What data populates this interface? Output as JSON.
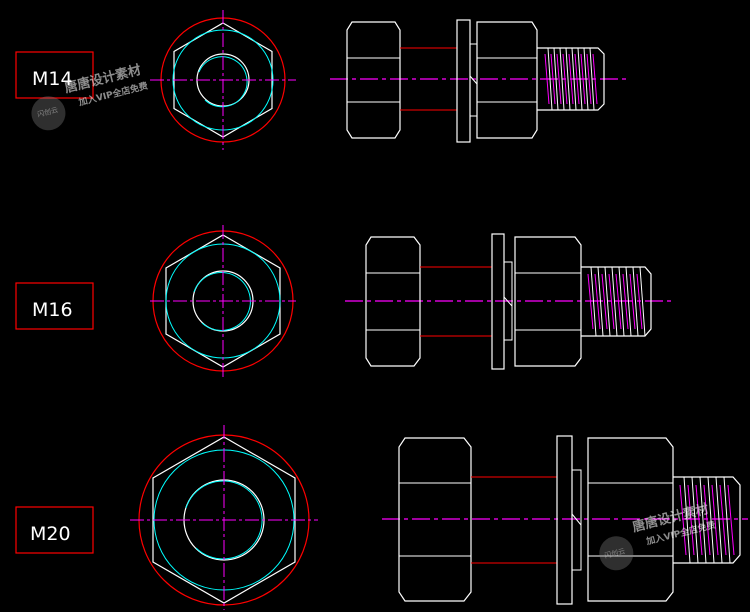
{
  "colors": {
    "background": "#000000",
    "outline": "#ffffff",
    "circle": "#ff0000",
    "cyan": "#00ffff",
    "centerline": "#ff00ff",
    "label_box": "#ff0000"
  },
  "labels": {
    "m14": "M14",
    "m16": "M16",
    "m20": "M20"
  },
  "watermark": {
    "brand": "唐唐设计素材",
    "promo": "加入VIP全店免费",
    "logo": "闪创云"
  }
}
